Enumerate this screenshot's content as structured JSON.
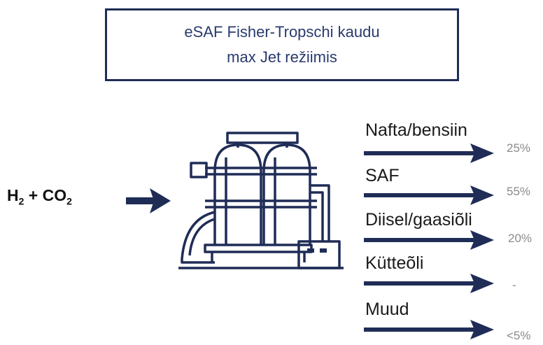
{
  "title": {
    "line1": "eSAF Fisher-Tropschi kaudu",
    "line2": "max Jet režiimis"
  },
  "input": {
    "h": "H",
    "h_sub": "2",
    "plus": " + ",
    "co": "CO",
    "co_sub": "2"
  },
  "products": [
    {
      "name": "Nafta/bensiin",
      "share": "25%"
    },
    {
      "name": "SAF",
      "share": "55%"
    },
    {
      "name": "Diisel/gaasiõli",
      "share": "20%"
    },
    {
      "name": "Kütteõli",
      "share": "-"
    },
    {
      "name": "Muud",
      "share": "<5%"
    }
  ],
  "colors": {
    "navy": "#1f2c56",
    "percent": "#8a8a8a"
  }
}
